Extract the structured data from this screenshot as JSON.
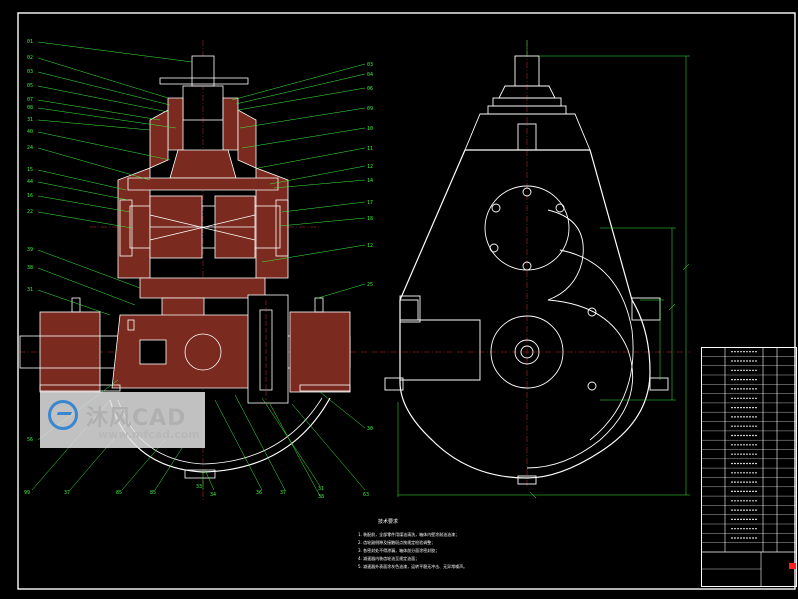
{
  "drawing": {
    "colors": {
      "background": "#000000",
      "outline": "#ffffff",
      "callout": "#3cf23c",
      "section_fill": "#7a2a1e",
      "border": "#ffffff",
      "accent": "#ff2020"
    },
    "left_callouts": [
      "01",
      "02",
      "03",
      "05",
      "07",
      "08",
      "31",
      "40",
      "24",
      "15",
      "44",
      "16",
      "22",
      "39",
      "38",
      "31",
      "56"
    ],
    "right_callouts": [
      "03",
      "04",
      "06",
      "09",
      "10",
      "11",
      "12",
      "14",
      "17",
      "18",
      "12",
      "25",
      "30"
    ],
    "bottom_callouts": [
      "99",
      "37",
      "85",
      "85",
      "33",
      "34",
      "36",
      "37",
      "31",
      "38",
      "63"
    ]
  },
  "watermark": {
    "brand": "沐风CAD",
    "url": "www.mfcad.com"
  },
  "notes": {
    "title": "技术要求",
    "lines": [
      "1. 装配前，全部零件用煤油清洗，箱体内壁涂耐油油漆；",
      "2. 齿轮副侧隙及接触斑点按规定检验调整；",
      "3. 各密封处不得渗漏，箱体剖分面涂密封胶；",
      "4. 减速器内装齿轮油至规定油面；",
      "5. 减速器外表面涂灰色油漆，运转平稳无冲击、无异常噪声。"
    ]
  },
  "title_block": {
    "rows": 22
  }
}
